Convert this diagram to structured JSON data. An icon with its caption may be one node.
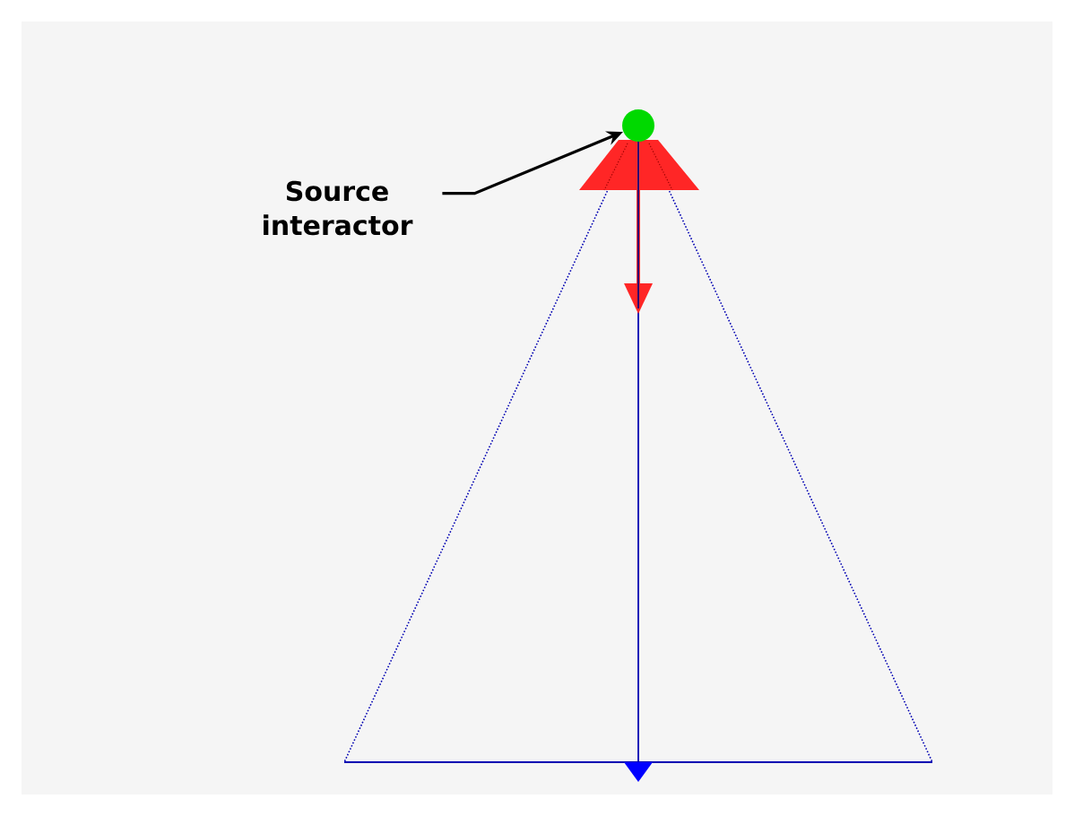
{
  "diagram": {
    "nodes": [
      {
        "text": [
          "Source interactor"
        ]
      },
      {
        "text": [],
        "shape": "circle"
      }
    ],
    "edges": [
      {
        "from": 0,
        "to": 1,
        "arrow": "to"
      }
    ]
  }
}
